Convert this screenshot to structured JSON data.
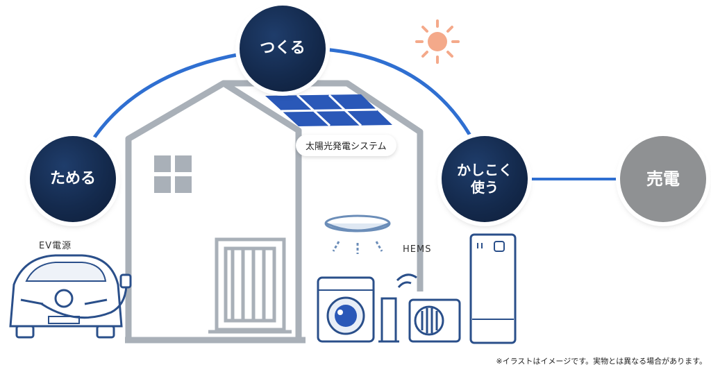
{
  "nodes": {
    "tsukuru": "つくる",
    "tameru": "ためる",
    "tsukau_line1": "かしこく",
    "tsukau_line2": "使う",
    "baiden": "売電"
  },
  "labels": {
    "solar": "太陽光発電システム",
    "ev": "EV電源",
    "hems": "HEMS"
  },
  "note": "※イラストはイメージです。実物とは異なる場合があります。",
  "colors": {
    "arc": "#2f6fd1",
    "house": "#a9b0b8",
    "panel": "#2a58b8",
    "node_dark": "#142a4d",
    "node_gray": "#8f9193",
    "sun": "#f4a98a"
  }
}
